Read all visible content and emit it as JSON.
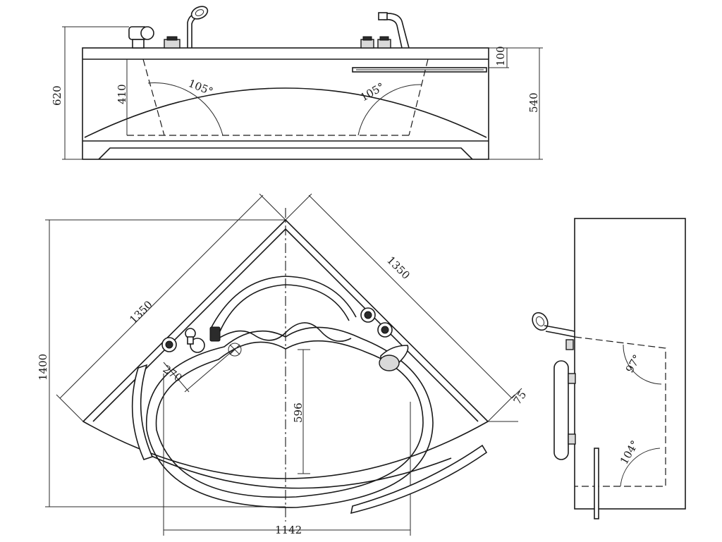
{
  "front_view": {
    "dims": {
      "total_height": "620",
      "apron_height": "540",
      "rim_height": "100",
      "seat_height": "410",
      "back_angle_left": "105°",
      "back_angle_right": "105°"
    }
  },
  "plan_view": {
    "dims": {
      "overall": "1400",
      "side_left": "1350",
      "side_right": "1350",
      "offset_small": "75",
      "inner_width": "1142",
      "inner_depth": "596",
      "drain_offset": "270"
    }
  },
  "side_view": {
    "dims": {
      "angle_top": "97°",
      "angle_bottom": "104°"
    }
  }
}
